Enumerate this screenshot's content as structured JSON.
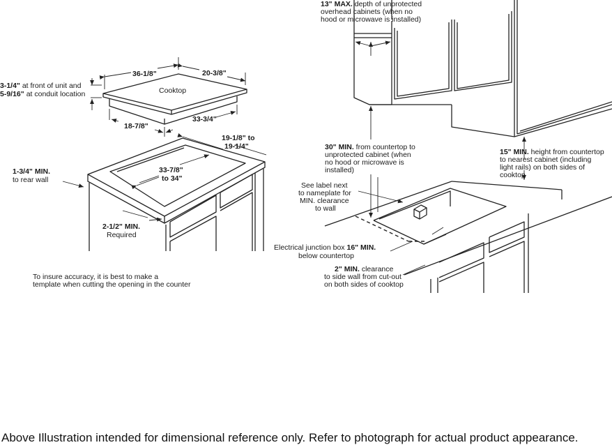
{
  "cooktop": {
    "name": "Cooktop",
    "width": "36-1/8\"",
    "depth": "20-3/8\"",
    "front_height_value": "3-1/4\"",
    "front_height_text": "at front of unit and",
    "conduit_value": "5-9/16\"",
    "conduit_text": "at conduit location",
    "underside_depth": "18-7/8\"",
    "underside_width": "33-3/4\""
  },
  "cutout": {
    "depth_l1": "19-1/8\" to",
    "depth_l2": "19-1/4\"",
    "width_l1": "33-7/8\"",
    "width_l2": "to 34\"",
    "rear_wall_value": "1-3/4\" MIN.",
    "rear_wall_text": "to rear wall",
    "front_value": "2-1/2\" MIN.",
    "front_text": "Required",
    "template_note_l1": "To insure accuracy, it is best to make a",
    "template_note_l2": "template when cutting the opening in the counter"
  },
  "clearances": {
    "overhead_value": "13\" MAX.",
    "overhead_l1": "depth of unprotected",
    "overhead_l2": "overhead cabinets (when no",
    "overhead_l3": "hood or microwave is installed)",
    "cabinet_value": "30\" MIN.",
    "cabinet_l1": "from countertop to",
    "cabinet_l2": "unprotected cabinet (when",
    "cabinet_l3": "no hood or microwave is",
    "cabinet_l4": "installed)",
    "side_cab_value": "15\" MIN.",
    "side_cab_l1": "height from countertop",
    "side_cab_l2": "to nearest cabinet (including",
    "side_cab_l3": "light rails) on both sides of",
    "side_cab_l4": "cooktop",
    "label_l1": "See label next",
    "label_l2": "to nameplate for",
    "label_l3": "MIN. clearance",
    "label_l4": "to wall",
    "junction_text": "Electrical junction box",
    "junction_value": "16\" MIN.",
    "junction_l2": "below countertop",
    "side_wall_value": "2\" MIN.",
    "side_wall_l1": "clearance",
    "side_wall_l2": "to side wall from cut-out",
    "side_wall_l3": "on both sides of cooktop"
  },
  "footnote": "Above Illustration intended for dimensional reference only. Refer to photograph for actual product appearance."
}
